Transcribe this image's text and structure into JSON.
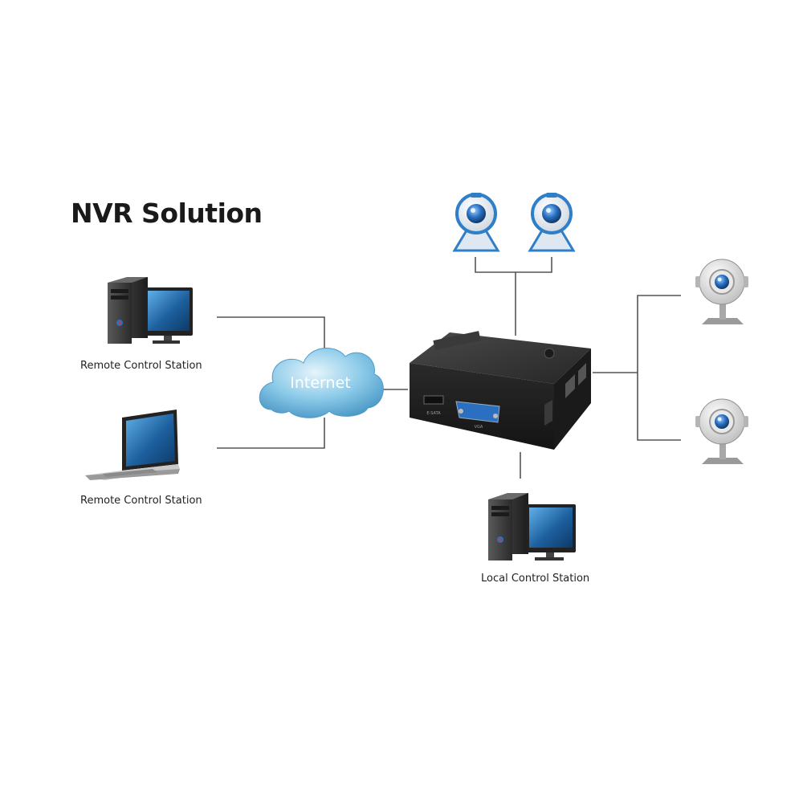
{
  "diagram": {
    "title": "NVR Solution",
    "cloud_label": "Internet",
    "stations": {
      "remote_desktop": "Remote Control Station",
      "remote_laptop": "Remote Control Station",
      "local": "Local Control Station"
    },
    "nvr": {
      "port_left": "E-SATA",
      "port_right": "VGA"
    },
    "connections": [
      [
        "remote-desktop",
        "internet"
      ],
      [
        "remote-laptop",
        "internet"
      ],
      [
        "internet",
        "nvr"
      ],
      [
        "webcam-1",
        "nvr"
      ],
      [
        "webcam-2",
        "nvr"
      ],
      [
        "ip-camera-1",
        "nvr"
      ],
      [
        "ip-camera-2",
        "nvr"
      ],
      [
        "local-desktop",
        "nvr"
      ]
    ],
    "colors": {
      "line": "#555555",
      "cloud": "#3f8fc0",
      "cloud_light": "#bfe0f0",
      "nvr_body": "#2b2b2b",
      "webcam_blue": "#2f7fc8",
      "screen_blue": "#1d5f9e"
    }
  }
}
